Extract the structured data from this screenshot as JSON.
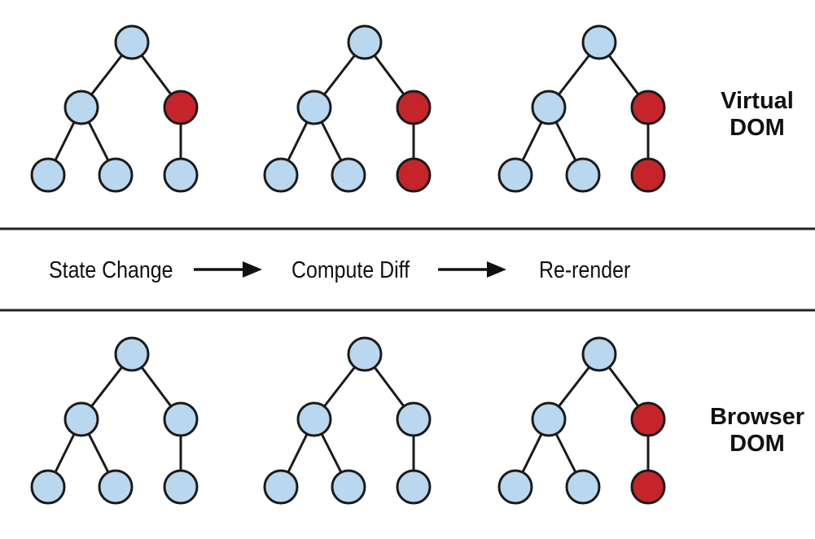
{
  "labels": {
    "virtual_line1": "Virtual",
    "virtual_line2": "DOM",
    "browser_line1": "Browser",
    "browser_line2": "DOM"
  },
  "steps": [
    {
      "label": "State Change"
    },
    {
      "label": "Compute Diff"
    },
    {
      "label": "Re-render"
    }
  ],
  "colors": {
    "node_default": "#b9d7ee",
    "node_changed": "#c6242b",
    "stroke": "#1a1a1a",
    "divider": "#222222"
  },
  "trees": {
    "virtual": [
      {
        "changed": [
          "right"
        ]
      },
      {
        "changed": [
          "right",
          "right_child"
        ]
      },
      {
        "changed": [
          "right",
          "right_child"
        ]
      }
    ],
    "browser": [
      {
        "changed": []
      },
      {
        "changed": []
      },
      {
        "changed": [
          "right",
          "right_child"
        ]
      }
    ]
  }
}
